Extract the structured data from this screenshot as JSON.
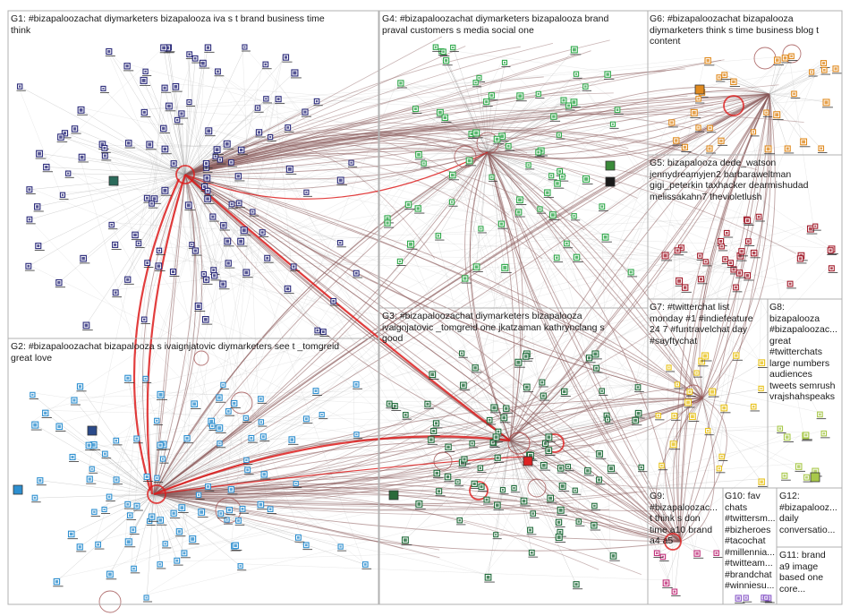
{
  "graph": {
    "groups": [
      {
        "id": "G1",
        "label": "G1: #bizapaloozachat diymarketers bizapalooza iva s t brand business time\nthink",
        "color": "#2a2a7a"
      },
      {
        "id": "G2",
        "label": "G2: #bizapaloozachat bizapalooza s ivaignjatovic diymarketers see t _tomgreid\ngreat love",
        "color": "#2d8fd0"
      },
      {
        "id": "G3",
        "label": "G3: #bizapaloozachat diymarketers bizapalooza\nivaignjatovic _tomgreid one jkatzaman kathrynclang s\ngood",
        "color": "#1f6b3a"
      },
      {
        "id": "G4",
        "label": "G4: #bizapaloozachat diymarketers bizapalooza brand\npraval customers s media social one",
        "color": "#2fa84a"
      },
      {
        "id": "G5",
        "label": "G5: bizapalooza dede_watson\njennydreamyjen2 barbaraweltman\ngigi_peterkin taxhacker dearmishudad\nmelissakahn7 thevioletlush",
        "color": "#a31d2c"
      },
      {
        "id": "G6",
        "label": "G6: #bizapaloozachat bizapalooza\ndiymarketers think s time business blog t\ncontent",
        "color": "#e08a1e"
      },
      {
        "id": "G7",
        "label": "G7: #twitterchat list\nmonday #1 #indiefeature\n24 7 #funtravelchat day\n#sayftychat",
        "color": "#e8c21a"
      },
      {
        "id": "G8",
        "label": "G8:\nbizapalooza\n#bizapaloozac...\ngreat\n#twitterchats\nlarge numbers\naudiences\ntweets semrush\nvrajshahspeaks",
        "color": "#a8c84a"
      },
      {
        "id": "G9",
        "label": "G9:\n#bizapaloozac...\nt think s don\ntime a10 brand\na4 a5",
        "color": "#c0307a"
      },
      {
        "id": "G10",
        "label": "G10: fav\nchats\n#twittersm...\n#bizheroes\n#tacochat\n#millennia...\n#twitteam...\n#brandchat\n#winniesu...",
        "color": "#8a5ac8"
      },
      {
        "id": "G11",
        "label": "G11: brand\na9 image\nbased one\ncore...",
        "color": "#5a5a5a"
      },
      {
        "id": "G12",
        "label": "G12:\n#bizapalooz...\ndaily\nconversatio...",
        "color": "#7a7a7a"
      }
    ],
    "edge_color": "#8a5a5a",
    "highlight_edge_color": "#dd1c1c",
    "border_color": "#b0b0b0"
  }
}
